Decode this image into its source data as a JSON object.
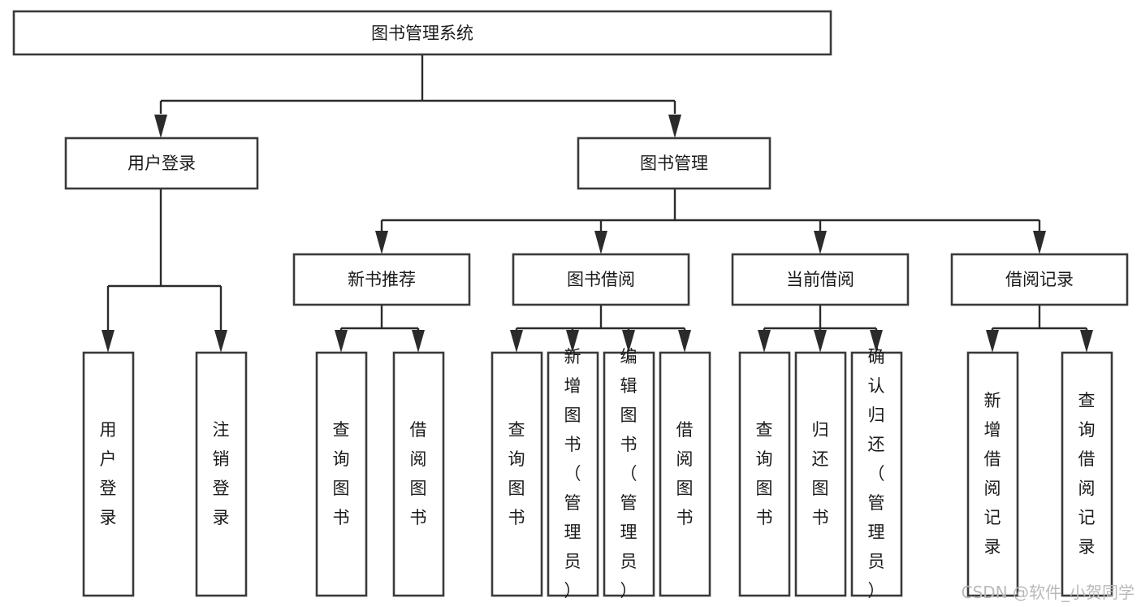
{
  "diagram": {
    "title": "图书管理系统",
    "type": "tree-hierarchy",
    "root": {
      "id": "root",
      "label": "图书管理系统"
    },
    "level2": [
      {
        "id": "user-login",
        "label": "用户登录"
      },
      {
        "id": "book-management",
        "label": "图书管理"
      }
    ],
    "level3": [
      {
        "id": "new-book-recommend",
        "label": "新书推荐",
        "parent": "book-management"
      },
      {
        "id": "book-borrow",
        "label": "图书借阅",
        "parent": "book-management"
      },
      {
        "id": "current-borrow",
        "label": "当前借阅",
        "parent": "book-management"
      },
      {
        "id": "borrow-record",
        "label": "借阅记录",
        "parent": "book-management"
      }
    ],
    "leaves": [
      {
        "id": "leaf-user-login",
        "label": "用户登录",
        "parent": "user-login"
      },
      {
        "id": "leaf-logout-login",
        "label": "注销登录",
        "parent": "user-login"
      },
      {
        "id": "leaf-query-book-1",
        "label": "查询图书",
        "parent": "new-book-recommend"
      },
      {
        "id": "leaf-borrow-book-1",
        "label": "借阅图书",
        "parent": "new-book-recommend"
      },
      {
        "id": "leaf-query-book-2",
        "label": "查询图书",
        "parent": "book-borrow"
      },
      {
        "id": "leaf-add-book",
        "label": "新增图书（管理员）",
        "parent": "book-borrow"
      },
      {
        "id": "leaf-edit-book",
        "label": "编辑图书（管理员）",
        "parent": "book-borrow"
      },
      {
        "id": "leaf-borrow-book-2",
        "label": "借阅图书",
        "parent": "book-borrow"
      },
      {
        "id": "leaf-query-book-3",
        "label": "查询图书",
        "parent": "current-borrow"
      },
      {
        "id": "leaf-return-book",
        "label": "归还图书",
        "parent": "current-borrow"
      },
      {
        "id": "leaf-confirm-return",
        "label": "确认归还（管理员）",
        "parent": "current-borrow"
      },
      {
        "id": "leaf-add-record",
        "label": "新增借阅记录",
        "parent": "borrow-record"
      },
      {
        "id": "leaf-query-record",
        "label": "查询借阅记录",
        "parent": "borrow-record"
      }
    ]
  },
  "watermark": {
    "text": "CSDN @软件_小贺同学"
  },
  "colors": {
    "background": "#ffffff",
    "box_fill": "#ffffff",
    "box_stroke": "#3a3a3a",
    "connector": "#2b2b2b",
    "label": "#1a1a1a",
    "watermark": "#b9b9b9"
  }
}
